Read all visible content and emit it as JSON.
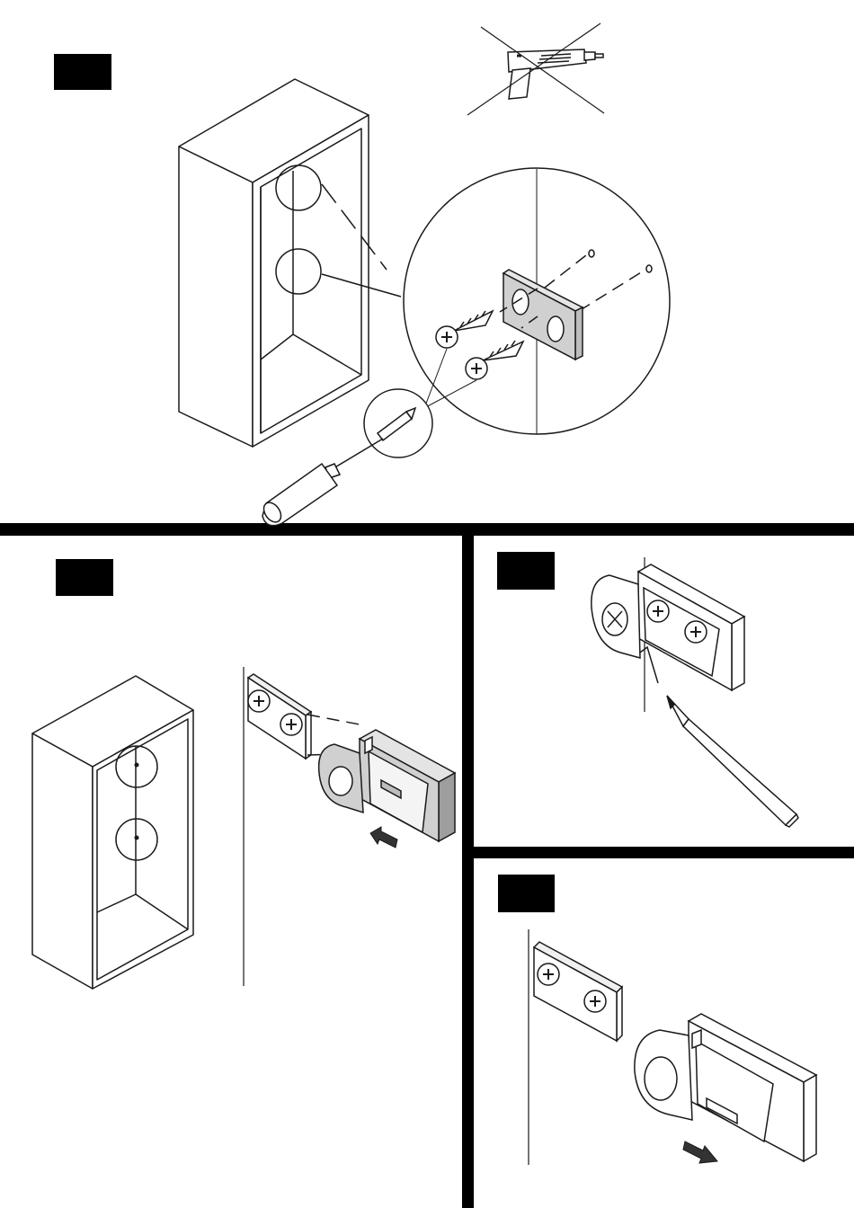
{
  "document": {
    "type": "assembly-instructions",
    "colors": {
      "ink": "#1a1a1a",
      "paper": "#ffffff",
      "part_fill": "#d0d0d0",
      "arrow_fill": "#333333"
    },
    "steps": [
      {
        "id": "step-1",
        "badge_label": "",
        "content": [
          "cabinet-with-two-marked-circles",
          "no-power-drill-icon",
          "zoom-circle-mounting-plate-with-two-screws",
          "screwdriver"
        ]
      },
      {
        "id": "step-2",
        "badge_label": "",
        "content": [
          "cabinet-with-two-marked-circles",
          "mounting-plate-on-wall",
          "bracket-slides-onto-plate",
          "slide-arrow"
        ]
      },
      {
        "id": "step-3",
        "badge_label": "",
        "content": [
          "bracket-on-plate",
          "pencil-marking-position"
        ]
      },
      {
        "id": "step-4",
        "badge_label": "",
        "content": [
          "mounting-plate-on-wall",
          "bracket-removed",
          "slide-arrow"
        ]
      }
    ],
    "icons": [
      "no-power-drill-icon",
      "screwdriver-icon",
      "pencil-icon",
      "screw-icon",
      "arrow-icon"
    ]
  }
}
